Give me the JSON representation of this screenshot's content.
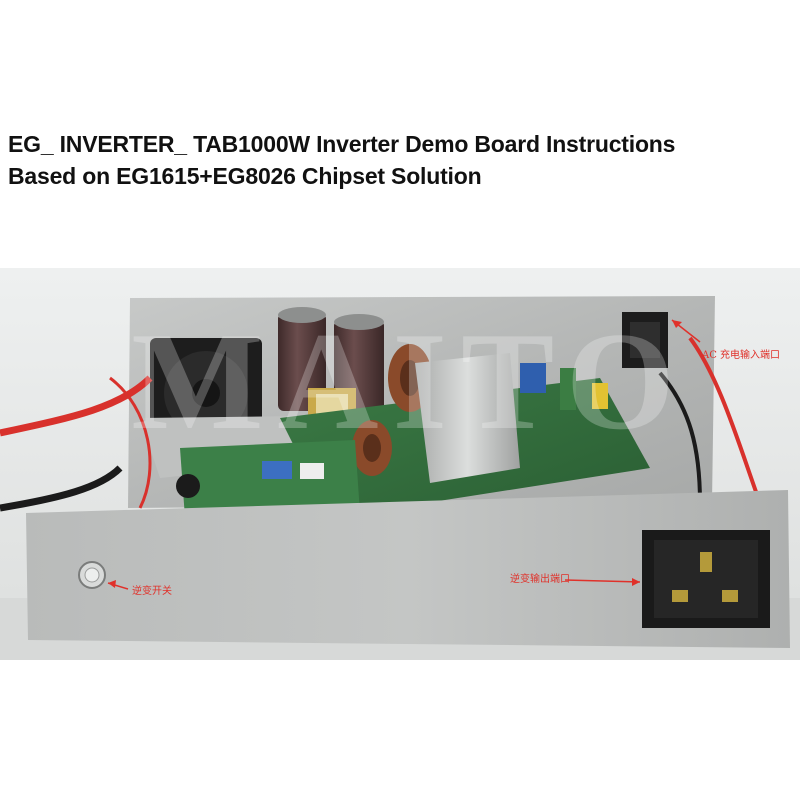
{
  "title": {
    "line1": "EG_ INVERTER_ TAB1000W Inverter Demo Board Instructions",
    "line2": "Based on EG1615+EG8026 Chipset Solution"
  },
  "annotations": {
    "ac_input": "AC 充电输入端口",
    "inverter_switch": "逆变开关",
    "inverter_output": "逆变输出端口"
  },
  "watermark": "MAITO",
  "colors": {
    "annotation": "#e0312a",
    "arrow": "#e0312a",
    "cable_red": "#d8312c",
    "capacitor": "#5a3d3d",
    "pcb_green": "#2f6b3a"
  }
}
